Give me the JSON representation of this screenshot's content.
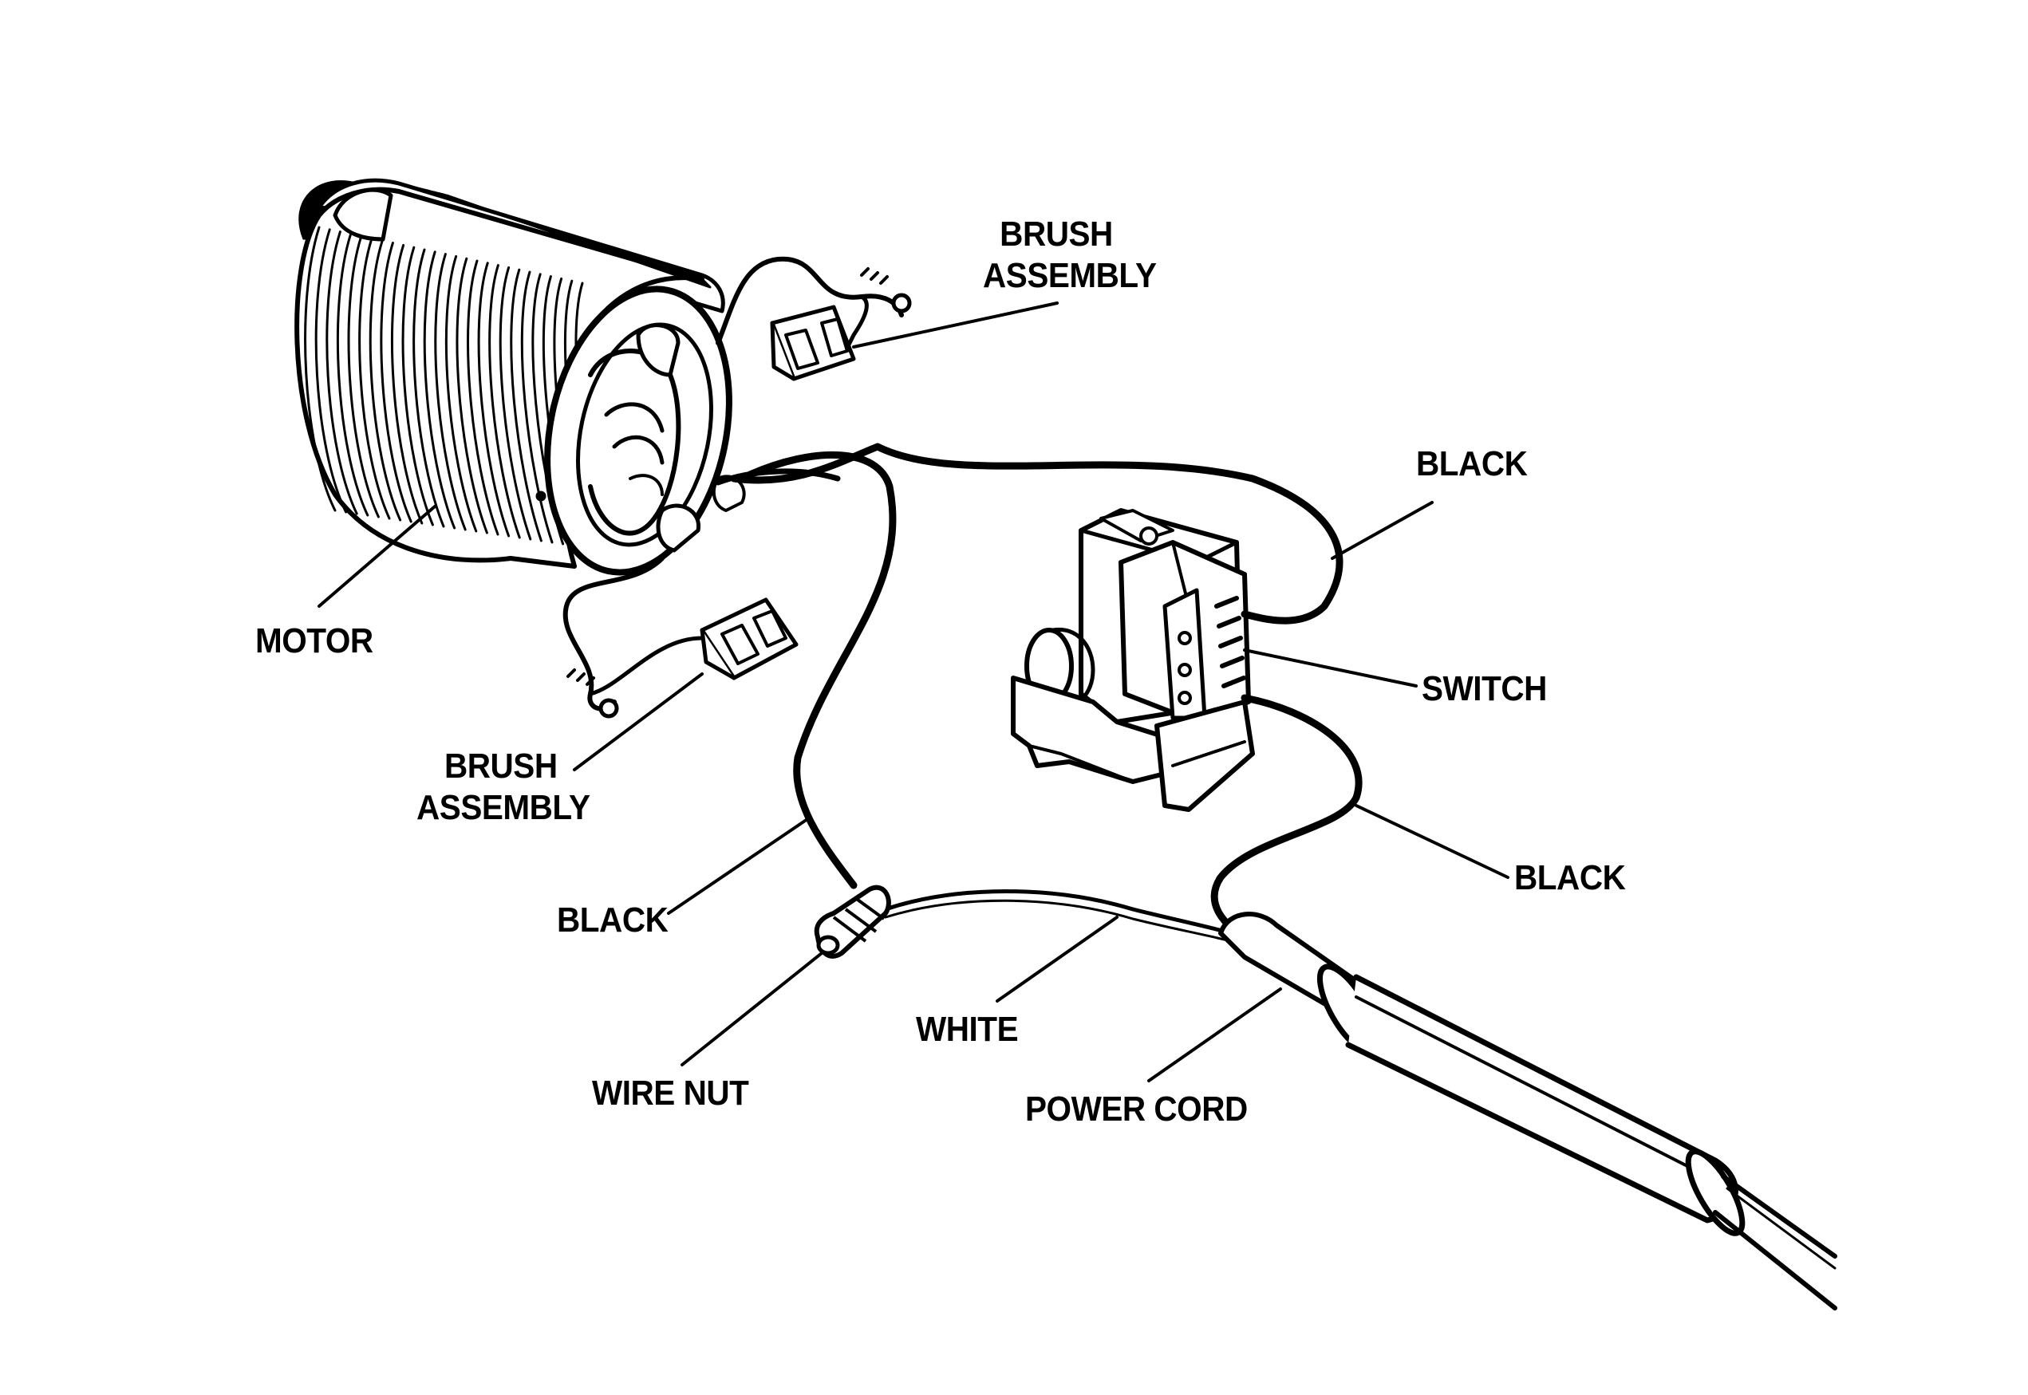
{
  "colors": {
    "ink": "#000000",
    "paper": "#ffffff"
  },
  "labels": {
    "brush_assembly_top": {
      "line1": "BRUSH",
      "line2": "ASSEMBLY"
    },
    "brush_assembly_bottom": {
      "line1": "BRUSH",
      "line2": "ASSEMBLY"
    },
    "motor": "MOTOR",
    "black_top": "BLACK",
    "switch": "SWITCH",
    "black_right": "BLACK",
    "black_left": "BLACK",
    "white": "WHITE",
    "wire_nut": "WIRE NUT",
    "power_cord": "POWER CORD"
  }
}
